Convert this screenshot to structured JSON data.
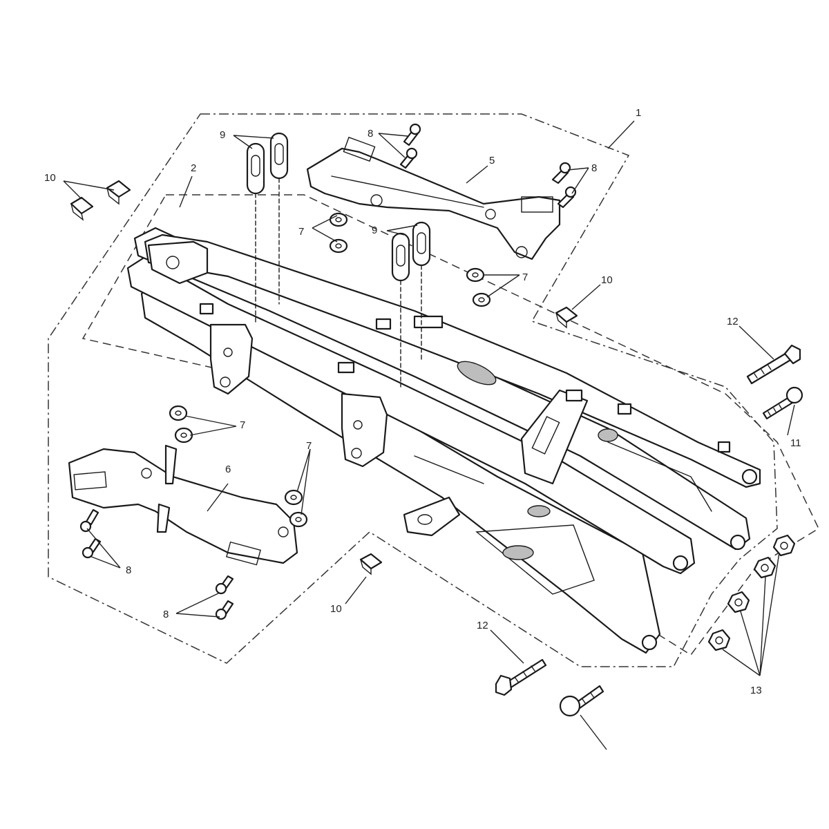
{
  "diagram": {
    "callouts": {
      "c1": "1",
      "c2": "2",
      "c5": "5",
      "c6": "6",
      "c7a": "7",
      "c7b": "7",
      "c7c": "7",
      "c7d": "7",
      "c8a": "8",
      "c8b": "8",
      "c8c": "8",
      "c8d": "8",
      "c9a": "9",
      "c9b": "9",
      "c10a": "10",
      "c10b": "10",
      "c10c": "10",
      "c11": "11",
      "c12a": "12",
      "c12b": "12",
      "c13": "13"
    },
    "colors": {
      "ink": "#1a1a1a",
      "shade": "#bdbdbd",
      "background": "#ffffff"
    }
  }
}
